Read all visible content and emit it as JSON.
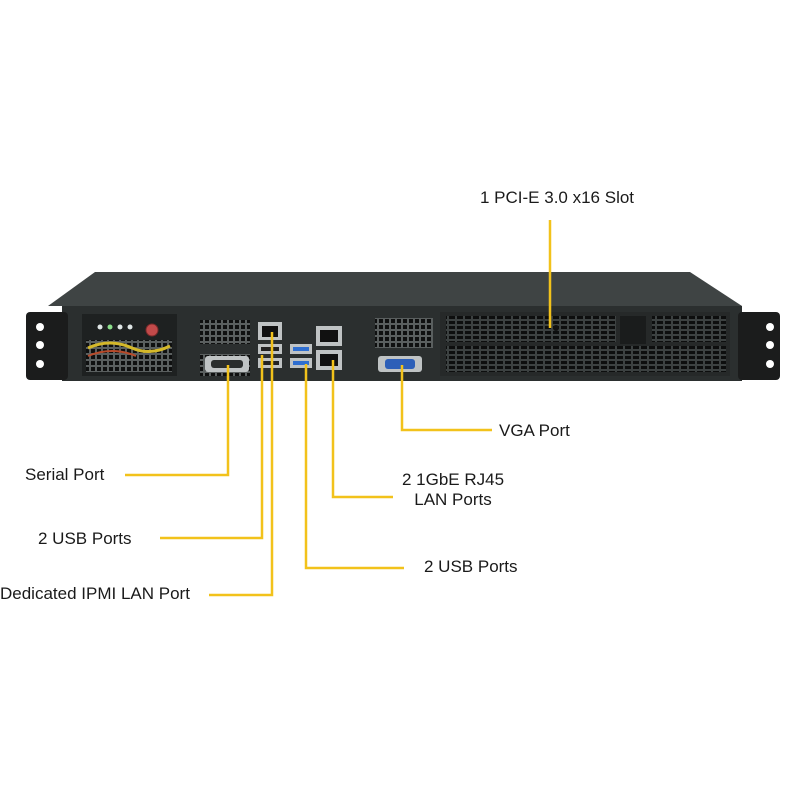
{
  "callouts": {
    "pcie": "1 PCI-E 3.0 x16 Slot",
    "vga": "VGA Port",
    "lan_line1": "2 1GbE RJ45",
    "lan_line2": "LAN Ports",
    "usb_right": "2 USB Ports",
    "serial": "Serial Port",
    "usb_left": "2 USB Ports",
    "ipmi": "Dedicated IPMI  LAN Port"
  },
  "colors": {
    "leader_line": "#f2c21b",
    "chassis": "#2b2f2f",
    "chassis_top": "#3f4444",
    "handle": "#1b1c1c",
    "vent": "#111111",
    "usb_blue": "#2f6fd1",
    "vga_blue": "#2d5fb8",
    "connector_silver": "#bfc3c4",
    "label_text": "#1a1a1a"
  },
  "product_shown": "1U rackmount server rear panel"
}
